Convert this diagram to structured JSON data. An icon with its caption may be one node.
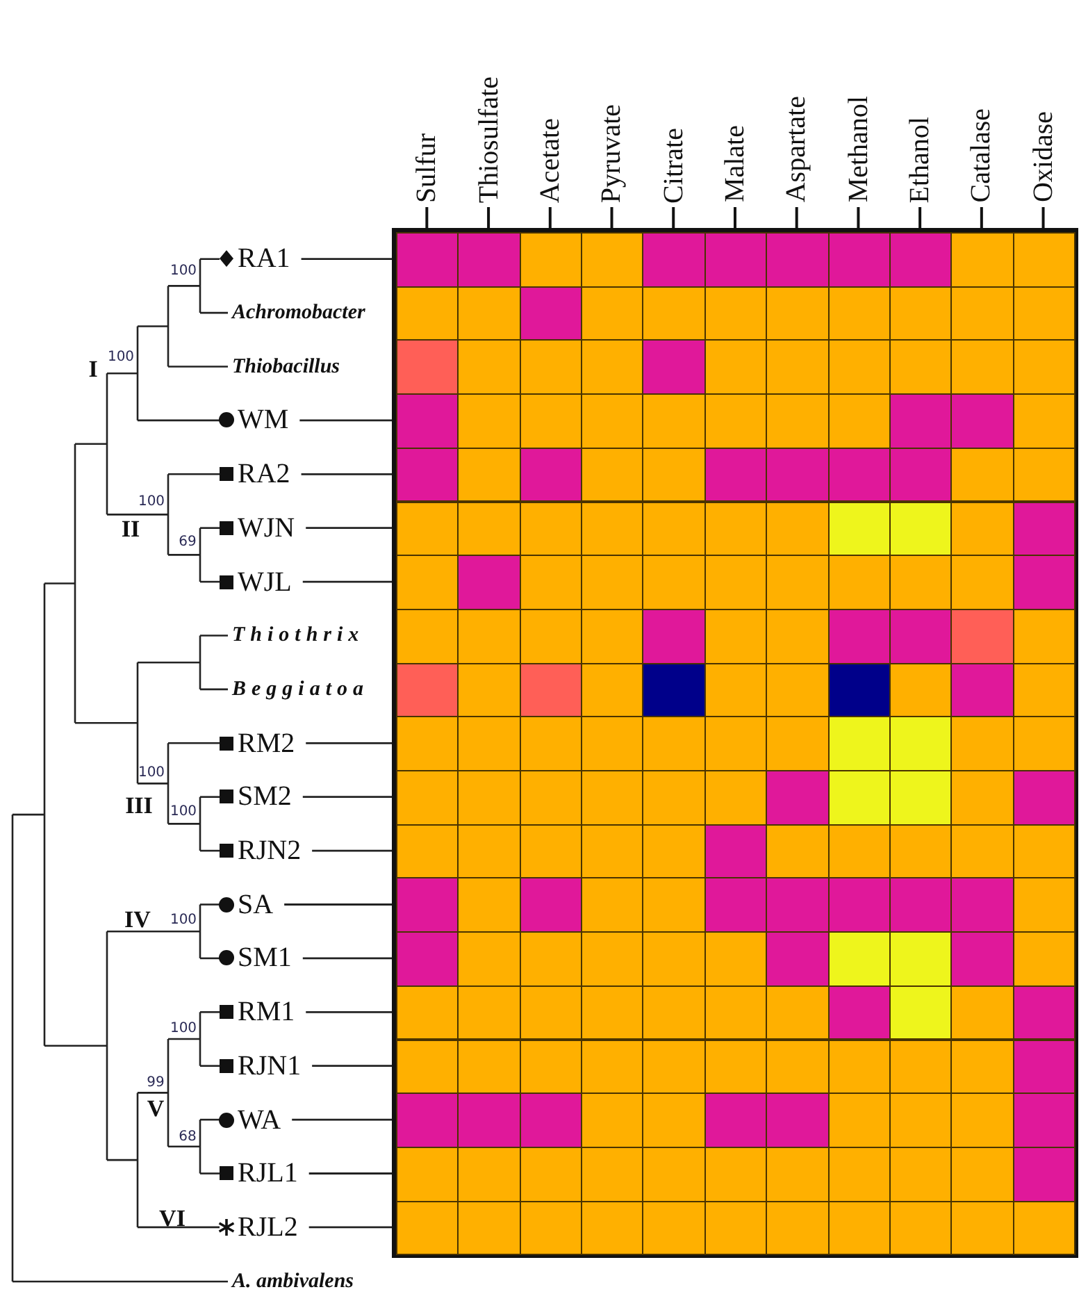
{
  "diagram": {
    "nodes": [
      {
        "text": [
          "RA1"
        ]
      },
      {
        "text": [
          "Achromobacter"
        ]
      },
      {
        "text": [
          "Thiobacillus"
        ]
      },
      {
        "text": [
          "WM"
        ]
      },
      {
        "text": [
          "RA2"
        ]
      },
      {
        "text": [
          "WJN"
        ]
      },
      {
        "text": [
          "WJL"
        ]
      },
      {
        "text": [
          "Thiothrix"
        ]
      },
      {
        "text": [
          "Beggiatoa"
        ]
      },
      {
        "text": [
          "RM2"
        ]
      },
      {
        "text": [
          "SM2"
        ]
      },
      {
        "text": [
          "RJN2"
        ]
      },
      {
        "text": [
          "SA"
        ]
      },
      {
        "text": [
          "SM1"
        ]
      },
      {
        "text": [
          "RM1"
        ]
      },
      {
        "text": [
          "RJN1"
        ]
      },
      {
        "text": [
          "WA"
        ]
      },
      {
        "text": [
          "RJL1"
        ]
      },
      {
        "text": [
          "RJL2"
        ]
      },
      {
        "text": [
          "A. ambivalens"
        ]
      },
      {
        "text": [],
        "shape": "bar"
      },
      {
        "text": [],
        "shape": "bar"
      },
      {
        "text": [],
        "shape": "bar"
      },
      {
        "text": [],
        "shape": "bar"
      },
      {
        "text": [],
        "shape": "bar"
      },
      {
        "text": [],
        "shape": "bar"
      },
      {
        "text": [],
        "shape": "bar"
      },
      {
        "text": [],
        "shape": "bar"
      },
      {
        "text": [],
        "shape": "bar"
      },
      {
        "text": [],
        "shape": "bar"
      },
      {
        "text": [],
        "shape": "bar"
      },
      {
        "text": [],
        "shape": "bar"
      },
      {
        "text": [],
        "shape": "bar"
      },
      {
        "text": [],
        "shape": "bar"
      },
      {
        "text": [],
        "shape": "bar"
      },
      {
        "text": [],
        "shape": "bar"
      },
      {
        "text": [],
        "shape": "bar"
      },
      {
        "text": [],
        "shape": "bar"
      },
      {
        "text": [],
        "shape": "bar"
      }
    ],
    "edges": [
      {
        "from": 0,
        "to": 20,
        "arrow": "none"
      },
      {
        "from": 3,
        "to": 23,
        "arrow": "none"
      },
      {
        "from": 4,
        "to": 24,
        "arrow": "none"
      },
      {
        "from": 5,
        "to": 25,
        "arrow": "none"
      },
      {
        "from": 6,
        "to": 26,
        "arrow": "none"
      },
      {
        "from": 9,
        "to": 29,
        "arrow": "none"
      },
      {
        "from": 10,
        "to": 30,
        "arrow": "none"
      },
      {
        "from": 11,
        "to": 31,
        "arrow": "none"
      },
      {
        "from": 12,
        "to": 32,
        "arrow": "none"
      },
      {
        "from": 13,
        "to": 33,
        "arrow": "none"
      },
      {
        "from": 14,
        "to": 34,
        "arrow": "none"
      },
      {
        "from": 15,
        "to": 35,
        "arrow": "none"
      },
      {
        "from": 16,
        "to": 36,
        "arrow": "none"
      },
      {
        "from": 17,
        "to": 37,
        "arrow": "none"
      },
      {
        "from": 18,
        "to": 38,
        "arrow": "none"
      }
    ],
    "labels": [
      "Sulfur",
      "Thiosulfate",
      "Acetate",
      "Pyruvate",
      "Citrate",
      "Malate",
      "Aspartate",
      "Methanol",
      "Ethanol",
      "Catalase",
      "Oxidase",
      "100",
      "I",
      "100",
      "100",
      "II",
      "69",
      "100",
      "III",
      "100",
      "IV",
      "100",
      "100",
      "99",
      "V",
      "68",
      "VI"
    ]
  }
}
